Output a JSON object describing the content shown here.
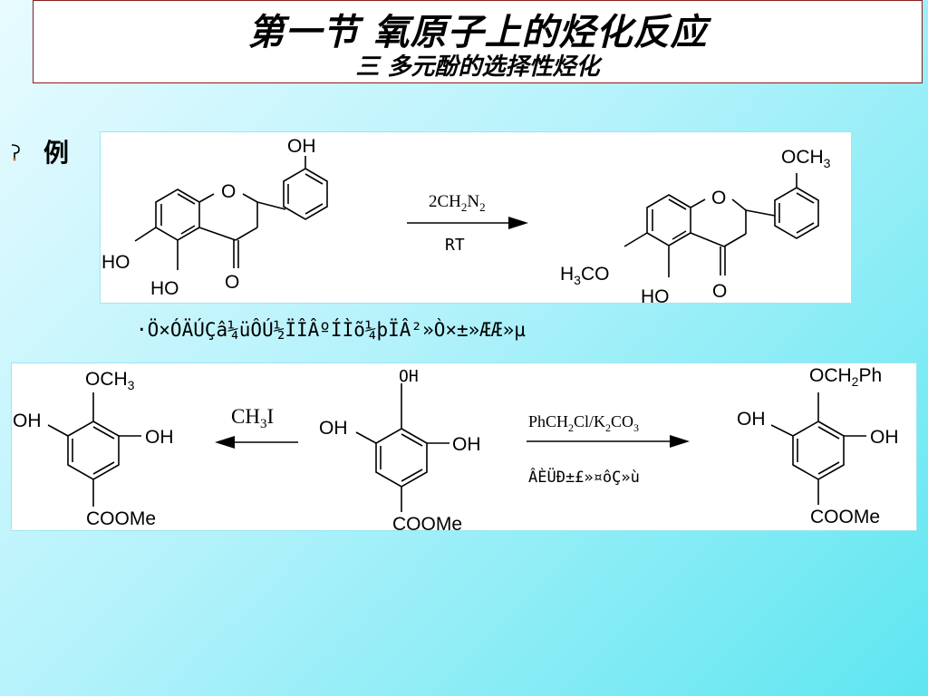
{
  "title": {
    "main": "第一节 氧原子上的烃化反应",
    "sub": "三  多元酚的选择性烃化"
  },
  "bullet": {
    "icon": "decorative-bullet-icon",
    "label": "例"
  },
  "reaction1": {
    "reactant_labels": {
      "oh_top": "OH",
      "ring_o": "O",
      "ho_left": "HO",
      "ho_bottom": "HO",
      "carbonyl_o": "O"
    },
    "reagent": "2CH2N2",
    "condition": "RT",
    "product_labels": {
      "och3_top": "OCH3",
      "ring_o": "O",
      "h3co_left": "H3CO",
      "ho_bottom": "HO",
      "carbonyl_o": "O"
    }
  },
  "garbled_note": "·Ö×ÓÄÚÇâ¼üÔÚ½ÏÎÂº­ÍÌõ¼þÏÂ²»Ò×±»ÆÆ»µ",
  "reaction2": {
    "center_labels": {
      "oh_top": "OH",
      "oh_left": "OH",
      "oh_right": "OH",
      "ester": "COOMe"
    },
    "left_reagent": "CH3I",
    "left_product_labels": {
      "och3_top": "OCH3",
      "oh_left": "OH",
      "oh_right": "OH",
      "ester": "COOMe"
    },
    "right_reagent": "PhCH2Cl/K2CO3",
    "right_condition": "ÂÈÜÐ±£»¤ôÇ»ù",
    "right_product_labels": {
      "obn_top": "OCH2Ph",
      "oh_left": "OH",
      "oh_right": "OH",
      "ester": "COOMe"
    }
  },
  "colors": {
    "title_border": "#8a1c1c",
    "panel_border": "#9fe6ee",
    "background_end": "#5ee6f0"
  }
}
